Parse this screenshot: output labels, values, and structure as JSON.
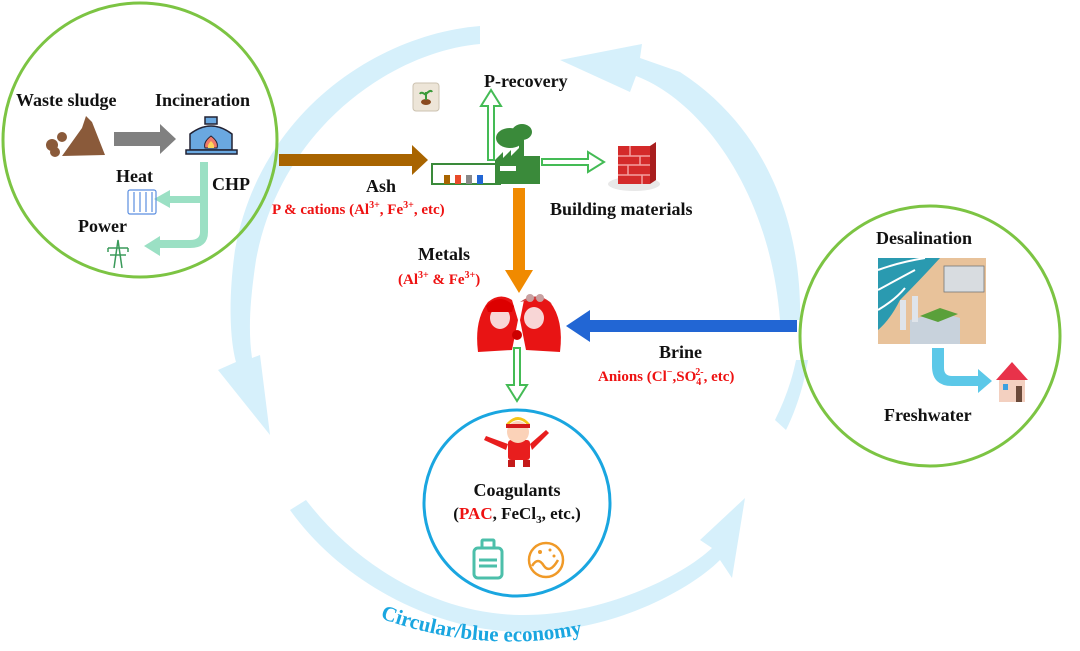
{
  "colors": {
    "ring": "#d6f0fb",
    "green_circle": "#7cc443",
    "blue_circle": "#1aa6e0",
    "ash_arrow": "#a86400",
    "metals_arrow": "#f08a00",
    "brine_arrow": "#2266d4",
    "chp_arrow": "#9be0c4",
    "freshwater_arrow": "#5cc8e8",
    "hollow_arrow": "#44bb55",
    "red_text": "#ee1111"
  },
  "left_module": {
    "waste_sludge": "Waste sludge",
    "incineration": "Incineration",
    "heat": "Heat",
    "chp": "CHP",
    "power": "Power",
    "icons": [
      "sludge-pile-icon",
      "furnace-icon",
      "radiator-icon",
      "power-tower-icon"
    ]
  },
  "ash_flow": {
    "label": "Ash",
    "sub_prefix": "P & cations (Al",
    "sub_al_sup": "3+",
    "sub_mid": ", Fe",
    "sub_fe_sup": "3+",
    "sub_suffix": ", etc)"
  },
  "factory": {
    "p_recovery": "P-recovery",
    "building_materials": "Building materials",
    "icons": [
      "fertilizer-bag-icon",
      "factory-icon",
      "brick-wall-icon"
    ]
  },
  "metals_flow": {
    "label": "Metals",
    "sub_open": "(Al",
    "sub_al_sup": "3+",
    "sub_mid": " & Fe",
    "sub_fe_sup": "3+",
    "sub_close": ")"
  },
  "brine_flow": {
    "label": "Brine",
    "sub_prefix": "Anions (Cl",
    "sub_cl_sup": "−",
    "sub_mid": ",SO",
    "sub_so4_sub": "4",
    "sub_so4_sup": "2-",
    "sub_suffix": ", etc)"
  },
  "right_module": {
    "desalination": "Desalination",
    "freshwater": "Freshwater",
    "icons": [
      "desalination-plant-icon",
      "house-icon"
    ]
  },
  "coagulants": {
    "title": "Coagulants",
    "open": "(",
    "pac": "PAC",
    "fecl": ", FeCl",
    "fecl_sub": "3",
    "rest": ", etc.)",
    "icons": [
      "child-mascot-icon",
      "bottle-icon",
      "floc-icon"
    ]
  },
  "union_icon": "wedding-couple-icon",
  "ring_caption": "Circular/blue economy"
}
